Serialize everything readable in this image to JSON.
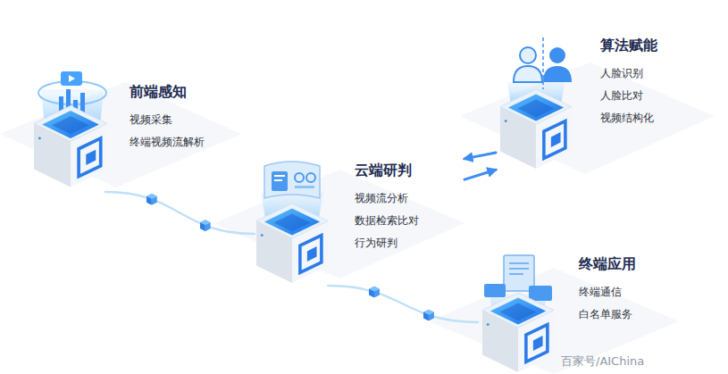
{
  "diagram": {
    "nodes": [
      {
        "text": [
          "前端感知",
          "视频采集",
          "终端视频流解析"
        ]
      },
      {
        "text": [
          "云端研判",
          "视频流分析",
          "数据检索比对",
          "行为研判"
        ]
      },
      {
        "text": [
          "算法赋能",
          "人脸识别",
          "人脸比对",
          "视频结构化"
        ]
      },
      {
        "text": [
          "终端应用",
          "终端通信",
          "白名单服务"
        ]
      }
    ],
    "edges": [
      {
        "from": 0,
        "to": 1,
        "arrow": "none"
      },
      {
        "from": 1,
        "to": 3,
        "arrow": "none"
      },
      {
        "from": 2,
        "to": 1,
        "arrow": "to"
      },
      {
        "from": 1,
        "to": 2,
        "arrow": "to"
      }
    ],
    "labels": [
      "百家号/AIChina"
    ]
  }
}
